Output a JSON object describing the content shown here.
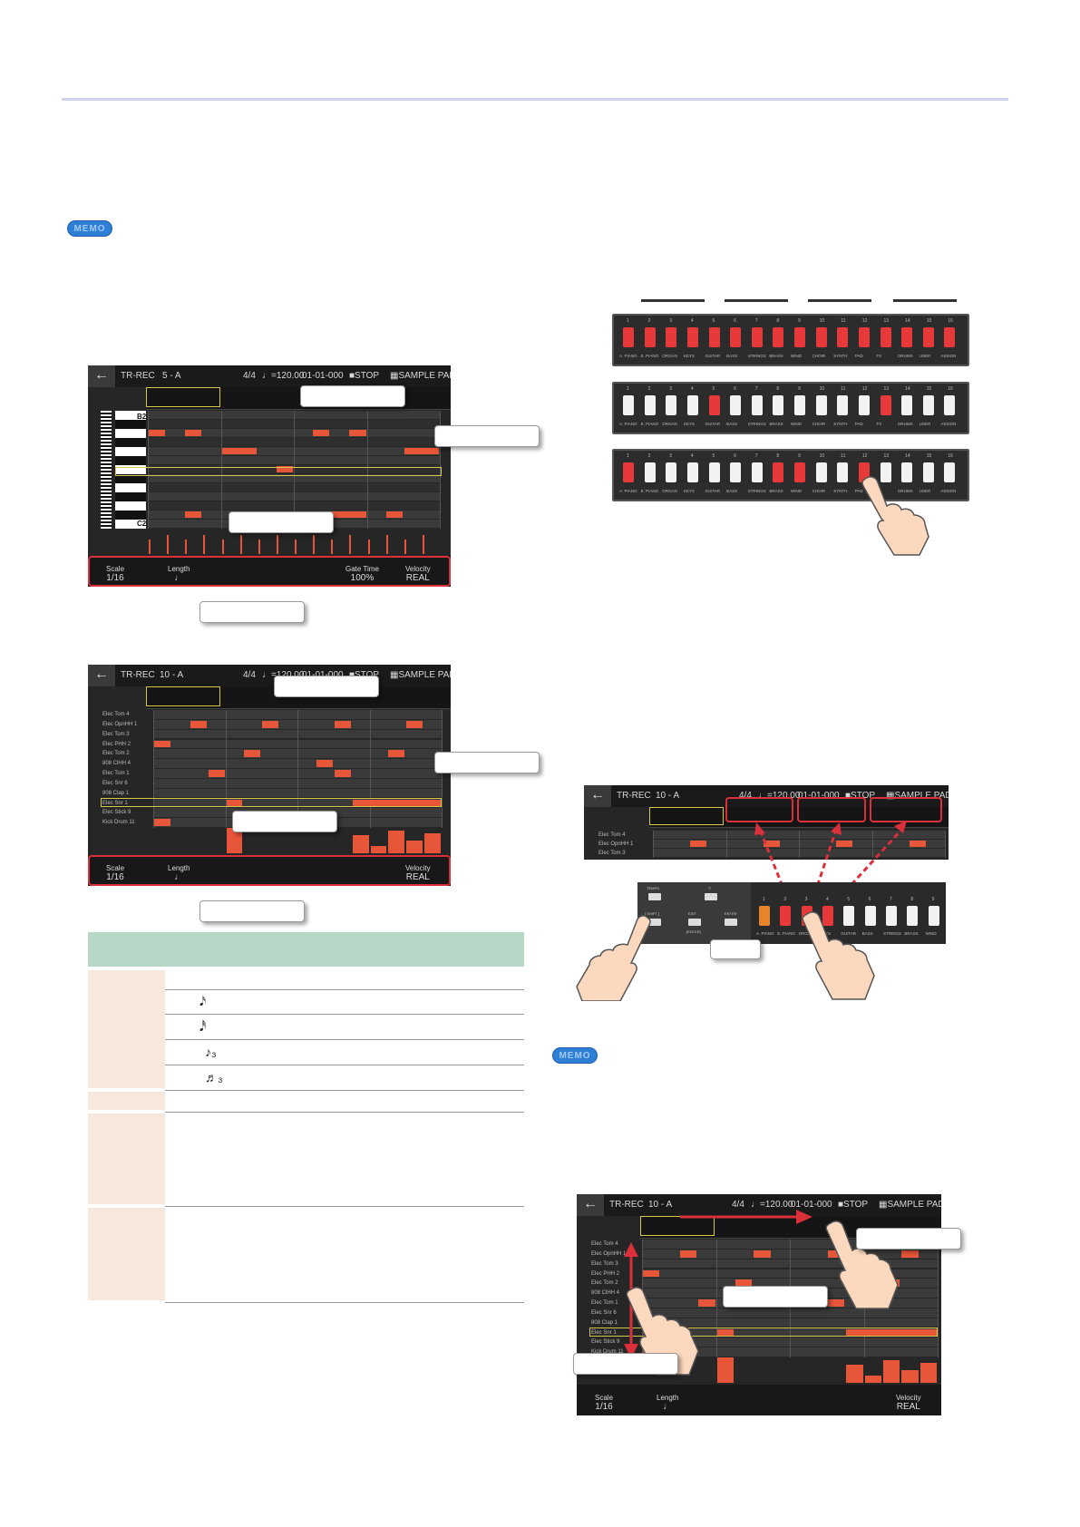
{
  "memo_label": "MEMO",
  "screen_common": {
    "mode": "TR-REC",
    "time_sig": "4/4",
    "tempo": "♩=120.00",
    "position": "01-01-000",
    "stop": "■STOP",
    "sample_pad": "▦SAMPLE PAD"
  },
  "screen1": {
    "pattern": "5 - A",
    "note_high": "B2",
    "note_low": "C2",
    "footer": {
      "scale_label": "Scale",
      "scale_value": "1/16",
      "length_label": "Length",
      "length_value": "♩",
      "gate_label": "Gate Time",
      "gate_value": "100%",
      "velocity_label": "Velocity",
      "velocity_value": "REAL"
    }
  },
  "screen2": {
    "pattern": "10 - A",
    "tracks": [
      "Elec Tom 4",
      "Elec OpnHH 1",
      "Elec Tom 3",
      "Elec PHH 2",
      "Elec Tom 2",
      "808 ClHH 4",
      "Elec Tom 1",
      "Elec Snr 6",
      "808 Clap 1",
      "Elec Snr 1",
      "Elec Stick 9",
      "Kick Drum 11"
    ],
    "footer": {
      "scale_label": "Scale",
      "scale_value": "1/16",
      "length_label": "Length",
      "length_value": "♩",
      "velocity_label": "Velocity",
      "velocity_value": "REAL"
    }
  },
  "pad_labels": [
    "A. PIANO",
    "E. PIANO",
    "ORGAN",
    "KEYS",
    "GUITAR",
    "BASS",
    "STRINGS",
    "BRASS",
    "WIND",
    "CHOIR",
    "SYNTH",
    "PAD",
    "FX",
    "DRUMS",
    "USER",
    "ASSIGN"
  ],
  "pad_numbers": [
    "1",
    "2",
    "3",
    "4",
    "5",
    "6",
    "7",
    "8",
    "9",
    "10",
    "11",
    "12",
    "13",
    "14",
    "15",
    "16"
  ],
  "pad_rows": [
    [
      1,
      1,
      1,
      1,
      1,
      1,
      1,
      1,
      1,
      1,
      1,
      1,
      1,
      1,
      1,
      1
    ],
    [
      0,
      0,
      0,
      0,
      1,
      0,
      0,
      0,
      0,
      0,
      0,
      0,
      1,
      0,
      0,
      0
    ],
    [
      1,
      0,
      0,
      0,
      0,
      0,
      0,
      1,
      1,
      0,
      0,
      1,
      0,
      0,
      0,
      0
    ]
  ],
  "screen3": {
    "pattern": "10 - A",
    "tracks": [
      "Elec Tom 4",
      "Elec OpnHH 1",
      "Elec Tom 3"
    ]
  },
  "panel": {
    "buttons": [
      "TEMPO",
      "▽",
      "[ SHIFT ]",
      "EXIT",
      "ENTER"
    ],
    "enter_sub": "[ENTER]",
    "pad_labels": [
      "A. PIANO",
      "E. PIANO",
      "ORGAN",
      "KEYS",
      "GUITAR",
      "BASS",
      "STRINGS",
      "BRASS",
      "WIND"
    ],
    "pad_numbers": [
      "1",
      "2",
      "3",
      "4",
      "5",
      "6",
      "7",
      "8",
      "9"
    ]
  },
  "screen4": {
    "pattern": "10 - A",
    "tracks": [
      "Elec Tom 4",
      "Elec OpnHH 1",
      "Elec Tom 3",
      "Elec PHH 2",
      "Elec Tom 2",
      "808 ClHH 4",
      "Elec Tom 1",
      "Elec Snr 6",
      "808 Clap 1",
      "Elec Snr 1",
      "Elec Stick 9",
      "Kick Drum 11"
    ],
    "footer": {
      "scale_label": "Scale",
      "scale_value": "1/16",
      "length_label": "Length",
      "length_value": "♩",
      "velocity_label": "Velocity",
      "velocity_value": "REAL"
    }
  },
  "table_notes": [
    "𝅘𝅥𝅯",
    "𝅘𝅥𝅰",
    "♪₃",
    "♬₃"
  ]
}
